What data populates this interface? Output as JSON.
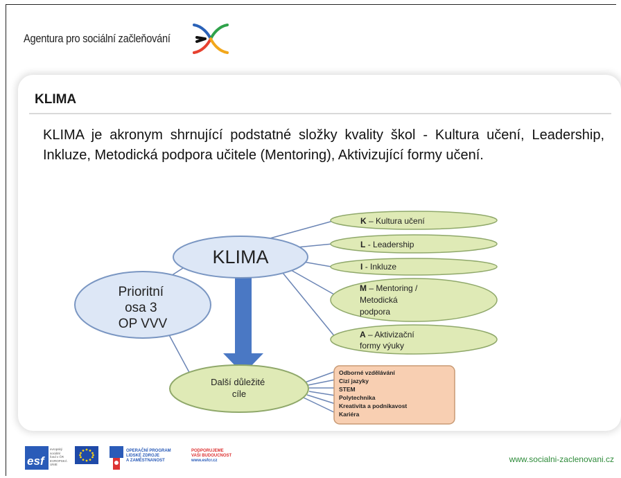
{
  "header": {
    "agency_name": "Agentura pro sociální začleňování"
  },
  "slide": {
    "title": "KLIMA",
    "body": "KLIMA je akronym shrnující podstatné složky kvality škol - Kultura učení, Leadership, Inkluze, Metodická podpora učitele (Mentoring), Aktivizující formy učení."
  },
  "diagram": {
    "center": "KLIMA",
    "priority": [
      "Prioritní",
      "osa 3",
      "OP VVV"
    ],
    "goals": [
      "Další důležité",
      "cíle"
    ],
    "components": [
      {
        "letter": "K",
        "lines": [
          "– Kultura učení"
        ]
      },
      {
        "letter": "L",
        "lines": [
          "- Leadership"
        ]
      },
      {
        "letter": "I",
        "lines": [
          "- Inkluze"
        ]
      },
      {
        "letter": "M",
        "lines": [
          "– Mentoring /",
          "Metodická",
          "podpora"
        ]
      },
      {
        "letter": "A",
        "lines": [
          "– Aktivizační",
          "formy výuky"
        ]
      }
    ],
    "goals_list": [
      "Odborné vzdělávání",
      "Cizí jazyky",
      "STEM",
      "Polytechnika",
      "Kreativita a podnikavost",
      "Kariéra"
    ],
    "colors": {
      "ellipse_fill": "#dde7f6",
      "ellipse_stroke": "#7a96c2",
      "green_fill": "#dfeab6",
      "green_stroke": "#8fa86a",
      "arrow": "#4a78c4",
      "box_fill": "#f8cfb2",
      "box_stroke": "#c89a74",
      "connector": "#6b85b5"
    }
  },
  "footer": {
    "esf_label": "esf",
    "esf_small": [
      "evropský",
      "sociální",
      "fond v ČR",
      "EVROPSKÁ UNIE"
    ],
    "op_label": [
      "OPERAČNÍ PROGRAM",
      "LIDSKÉ ZDROJE",
      "A ZAMĚSTNANOST"
    ],
    "support_label": [
      "PODPORUJEME",
      "VAŠI BUDOUCNOST"
    ],
    "support_url": "www.esfcr.cz",
    "site_url": "www.socialni-zaclenovani.cz"
  }
}
